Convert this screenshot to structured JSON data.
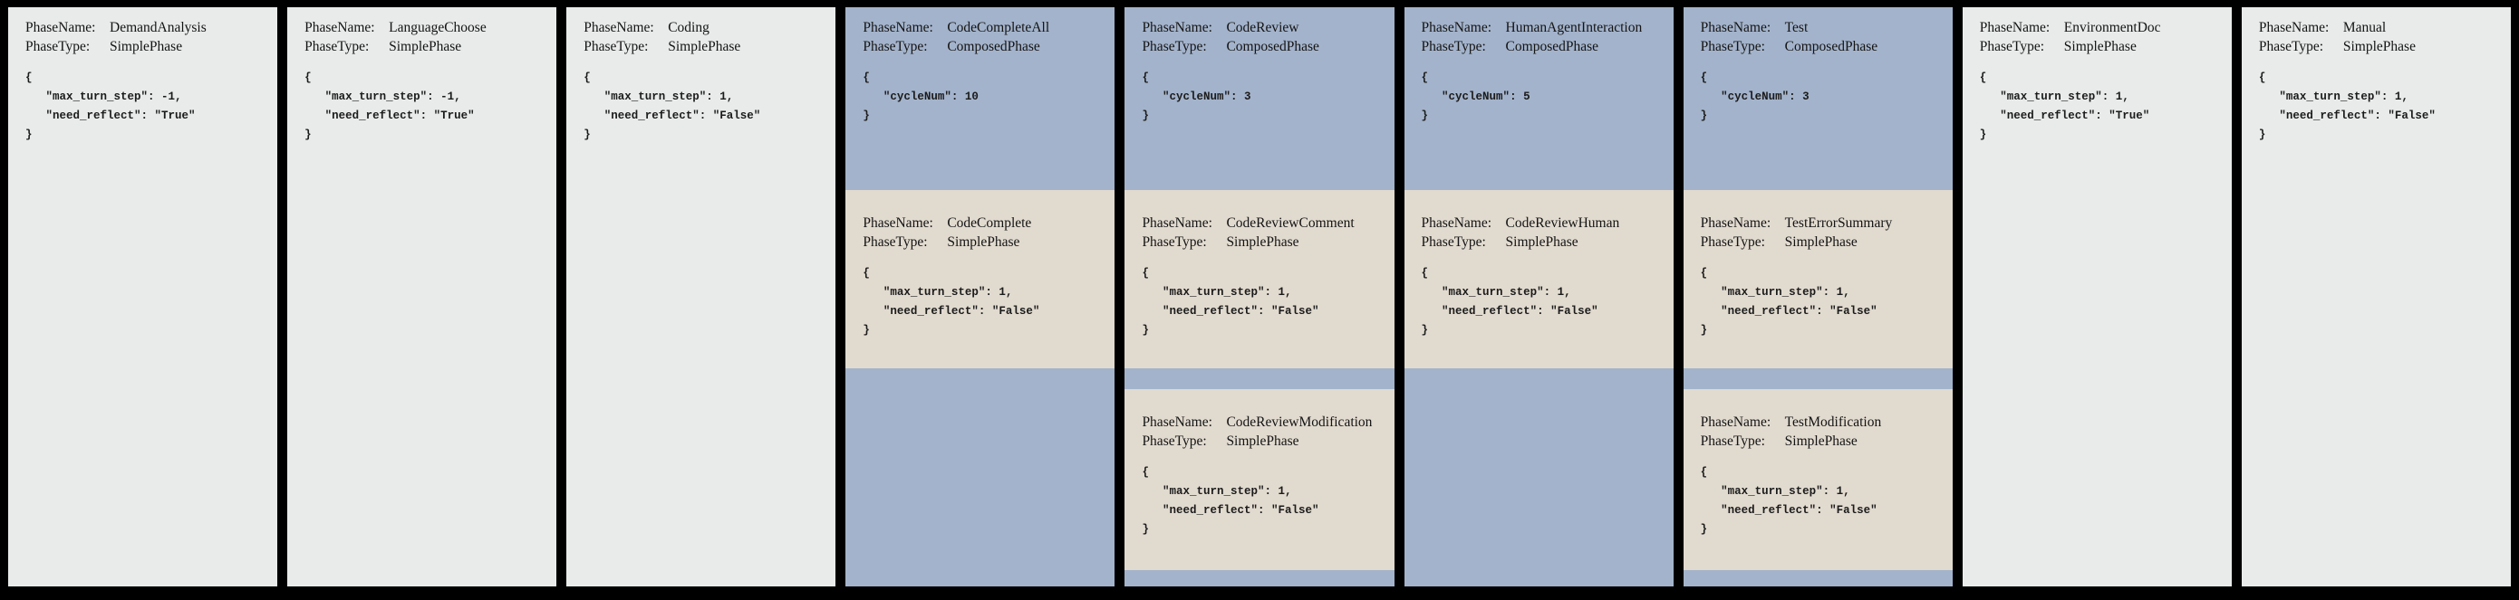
{
  "labels": {
    "phase_name": "PhaseName:",
    "phase_type": "PhaseType:"
  },
  "colors": {
    "canvas_bg": "#000000",
    "simple_phase_bg": "#e8ebea",
    "composed_phase_bg": "#a3b3cb",
    "nested_phase_bg": "#e1dacf",
    "text": "#141414"
  },
  "columns": [
    {
      "name": "DemandAnalysis",
      "type": "SimplePhase",
      "kind": "simple",
      "config_lines": [
        "{",
        "   \"max_turn_step\": -1,",
        "   \"need_reflect\": \"True\"",
        "}"
      ],
      "children": []
    },
    {
      "name": "LanguageChoose",
      "type": "SimplePhase",
      "kind": "simple",
      "config_lines": [
        "{",
        "   \"max_turn_step\": -1,",
        "   \"need_reflect\": \"True\"",
        "}"
      ],
      "children": []
    },
    {
      "name": "Coding",
      "type": "SimplePhase",
      "kind": "simple",
      "config_lines": [
        "{",
        "   \"max_turn_step\": 1,",
        "   \"need_reflect\": \"False\"",
        "}"
      ],
      "children": []
    },
    {
      "name": "CodeCompleteAll",
      "type": "ComposedPhase",
      "kind": "composed",
      "config_lines": [
        "{",
        "   \"cycleNum\": 10",
        "}"
      ],
      "children": [
        {
          "name": "CodeComplete",
          "type": "SimplePhase",
          "config_lines": [
            "{",
            "   \"max_turn_step\": 1,",
            "   \"need_reflect\": \"False\"",
            "}"
          ]
        }
      ]
    },
    {
      "name": "CodeReview",
      "type": "ComposedPhase",
      "kind": "composed",
      "config_lines": [
        "{",
        "   \"cycleNum\": 3",
        "}"
      ],
      "children": [
        {
          "name": "CodeReviewComment",
          "type": "SimplePhase",
          "config_lines": [
            "{",
            "   \"max_turn_step\": 1,",
            "   \"need_reflect\": \"False\"",
            "}"
          ]
        },
        {
          "name": "CodeReviewModification",
          "type": "SimplePhase",
          "config_lines": [
            "{",
            "   \"max_turn_step\": 1,",
            "   \"need_reflect\": \"False\"",
            "}"
          ]
        }
      ]
    },
    {
      "name": "HumanAgentInteraction",
      "type": "ComposedPhase",
      "kind": "composed",
      "config_lines": [
        "{",
        "   \"cycleNum\": 5",
        "}"
      ],
      "children": [
        {
          "name": "CodeReviewHuman",
          "type": "SimplePhase",
          "config_lines": [
            "{",
            "   \"max_turn_step\": 1,",
            "   \"need_reflect\": \"False\"",
            "}"
          ]
        }
      ]
    },
    {
      "name": "Test",
      "type": "ComposedPhase",
      "kind": "composed",
      "config_lines": [
        "{",
        "   \"cycleNum\": 3",
        "}"
      ],
      "children": [
        {
          "name": "TestErrorSummary",
          "type": "SimplePhase",
          "config_lines": [
            "{",
            "   \"max_turn_step\": 1,",
            "   \"need_reflect\": \"False\"",
            "}"
          ]
        },
        {
          "name": "TestModification",
          "type": "SimplePhase",
          "config_lines": [
            "{",
            "   \"max_turn_step\": 1,",
            "   \"need_reflect\": \"False\"",
            "}"
          ]
        }
      ]
    },
    {
      "name": "EnvironmentDoc",
      "type": "SimplePhase",
      "kind": "simple",
      "config_lines": [
        "{",
        "   \"max_turn_step\": 1,",
        "   \"need_reflect\": \"True\"",
        "}"
      ],
      "children": []
    },
    {
      "name": "Manual",
      "type": "SimplePhase",
      "kind": "simple",
      "config_lines": [
        "{",
        "   \"max_turn_step\": 1,",
        "   \"need_reflect\": \"False\"",
        "}"
      ],
      "children": []
    }
  ]
}
